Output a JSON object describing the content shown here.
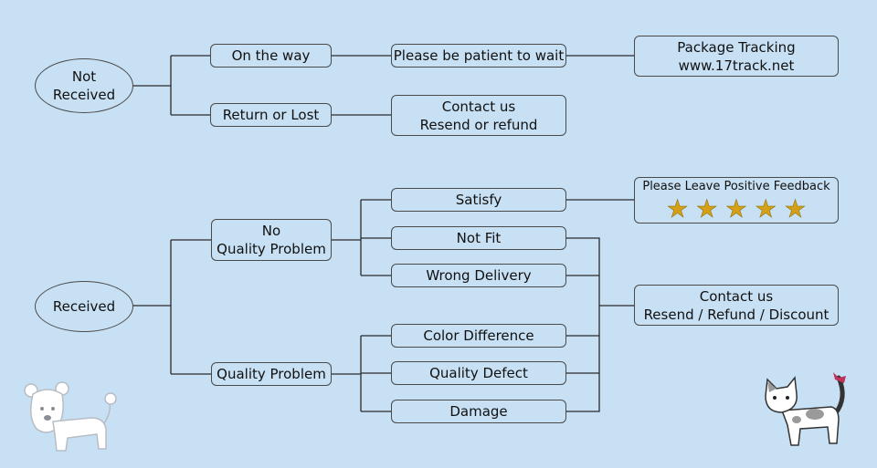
{
  "not_received": {
    "root_label": [
      "Not",
      "Received"
    ],
    "on_the_way": "On the way",
    "wait": "Please be patient to wait",
    "tracking": [
      "Package Tracking",
      "www.17track.net"
    ],
    "return_or_lost": "Return or Lost",
    "contact": [
      "Contact us",
      "Resend or refund"
    ]
  },
  "received": {
    "root_label": "Received",
    "no_quality_problem": [
      "No",
      "Quality Problem"
    ],
    "satisfy": "Satisfy",
    "not_fit": "Not Fit",
    "wrong_delivery": "Wrong Delivery",
    "feedback": "Please Leave Positive Feedback",
    "feedback_stars": 5,
    "quality_problem": "Quality Problem",
    "color_difference": "Color Difference",
    "quality_defect": "Quality Defect",
    "damage": "Damage",
    "contact": [
      "Contact us",
      "Resend / Refund / Discount"
    ]
  },
  "colors": {
    "background": "#c7e0f4",
    "line": "#2b2b2b",
    "box_border": "#4a4a4a",
    "star": "#d4a017"
  },
  "icons": [
    "dog-illustration",
    "cat-illustration",
    "star-icon"
  ]
}
